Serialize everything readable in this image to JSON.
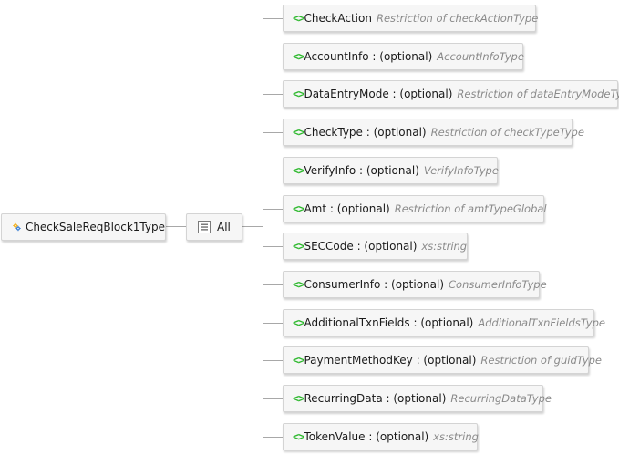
{
  "root": {
    "label": "CheckSaleReqBlock1Type",
    "icon": "complex-type-icon"
  },
  "group": {
    "label": "All",
    "icon": "all-group-icon"
  },
  "elements": [
    {
      "name": "CheckAction",
      "type": "Restriction of checkActionType"
    },
    {
      "name": "AccountInfo : (optional)",
      "type": "AccountInfoType"
    },
    {
      "name": "DataEntryMode : (optional)",
      "type": "Restriction of dataEntryModeType"
    },
    {
      "name": "CheckType : (optional)",
      "type": "Restriction of checkTypeType"
    },
    {
      "name": "VerifyInfo : (optional)",
      "type": "VerifyInfoType"
    },
    {
      "name": "Amt : (optional)",
      "type": "Restriction of amtTypeGlobal"
    },
    {
      "name": "SECCode : (optional)",
      "type": "xs:string"
    },
    {
      "name": "ConsumerInfo : (optional)",
      "type": "ConsumerInfoType"
    },
    {
      "name": "AdditionalTxnFields : (optional)",
      "type": "AdditionalTxnFieldsType"
    },
    {
      "name": "PaymentMethodKey : (optional)",
      "type": "Restriction of guidType"
    },
    {
      "name": "RecurringData : (optional)",
      "type": "RecurringDataType"
    },
    {
      "name": "TokenValue : (optional)",
      "type": "xs:string"
    }
  ],
  "element_icon": {
    "glyph": "<>",
    "color": "#2db82d"
  }
}
